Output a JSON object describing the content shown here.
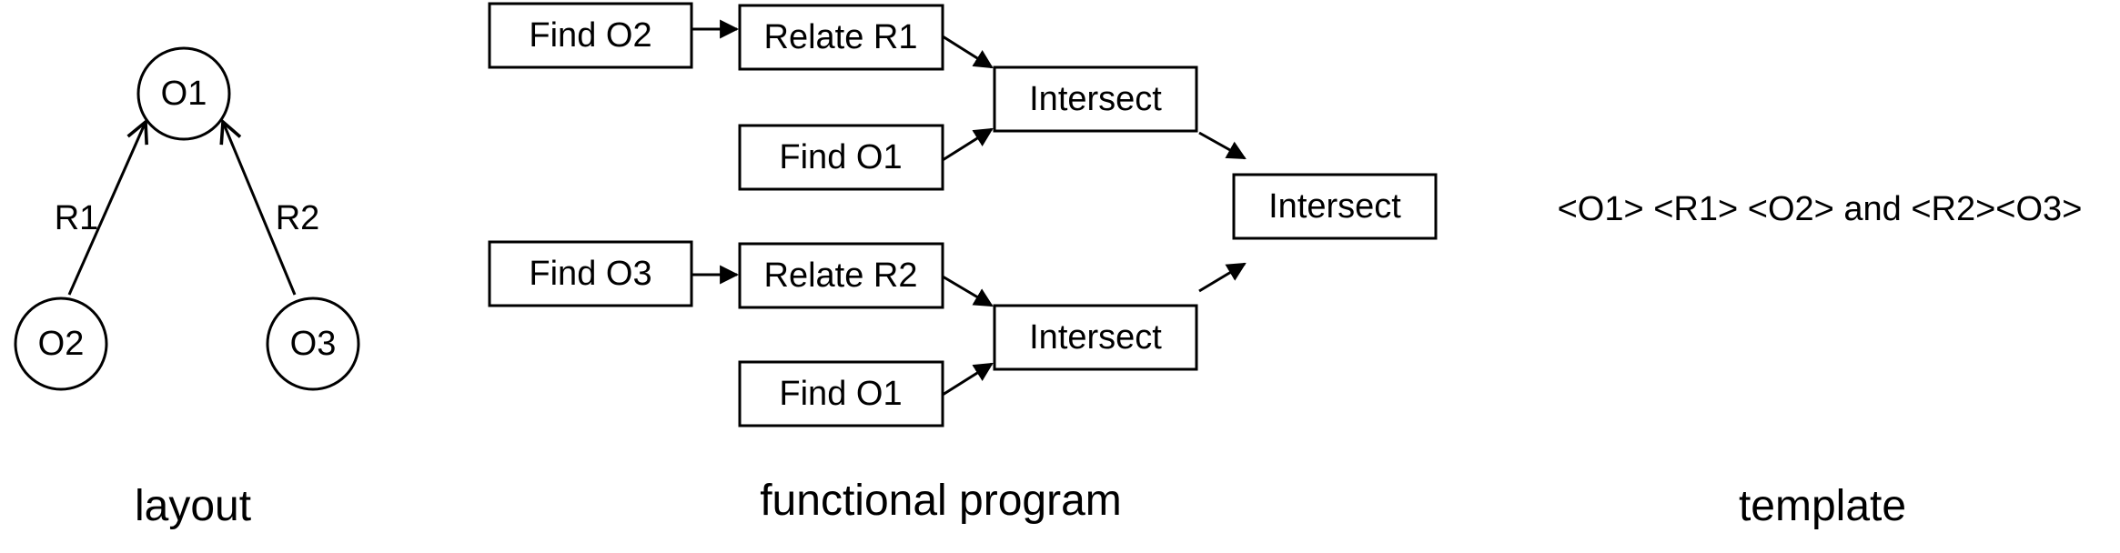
{
  "layout": {
    "nodes": [
      {
        "id": "o1",
        "label": "O1"
      },
      {
        "id": "o2",
        "label": "O2"
      },
      {
        "id": "o3",
        "label": "O3"
      }
    ],
    "edges": [
      {
        "from": "o2",
        "to": "o1",
        "label": "R1"
      },
      {
        "from": "o3",
        "to": "o1",
        "label": "R2"
      }
    ],
    "caption": "layout"
  },
  "program": {
    "boxes": [
      {
        "id": "find-o2",
        "label": "Find O2"
      },
      {
        "id": "relate-r1",
        "label": "Relate R1"
      },
      {
        "id": "find-o1-a",
        "label": "Find O1"
      },
      {
        "id": "intersect-a",
        "label": "Intersect"
      },
      {
        "id": "find-o3",
        "label": "Find O3"
      },
      {
        "id": "relate-r2",
        "label": "Relate R2"
      },
      {
        "id": "find-o1-b",
        "label": "Find O1"
      },
      {
        "id": "intersect-b",
        "label": "Intersect"
      },
      {
        "id": "intersect-final",
        "label": "Intersect"
      }
    ],
    "caption": "functional program"
  },
  "template": {
    "text": "<O1> <R1> <O2> and <R2><O3>",
    "caption": "template"
  }
}
